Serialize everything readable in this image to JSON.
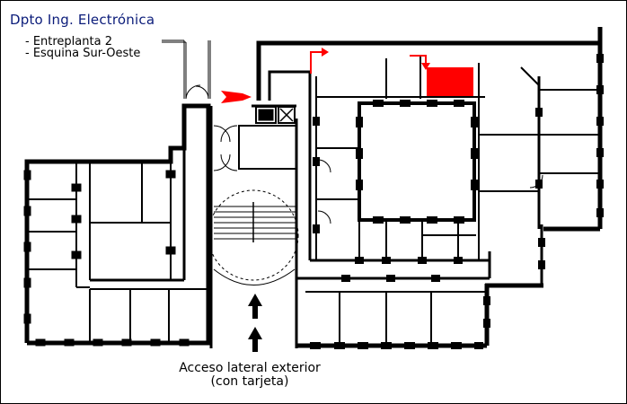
{
  "title": "Dpto Ing. Electrónica",
  "notes": [
    "- Entreplanta 2",
    "- Esquina Sur-Oeste"
  ],
  "access": {
    "line1": "Acceso lateral exterior",
    "line2": "(con tarjeta)"
  },
  "colors": {
    "walls": "#000000",
    "title": "#0b1c7a",
    "highlight": "#ff0000",
    "background": "#ffffff"
  },
  "icons": [
    "entrance-arrow-icon",
    "route-arrow-icon",
    "up-arrow-icon",
    "stairs-icon",
    "elevator-icon"
  ]
}
